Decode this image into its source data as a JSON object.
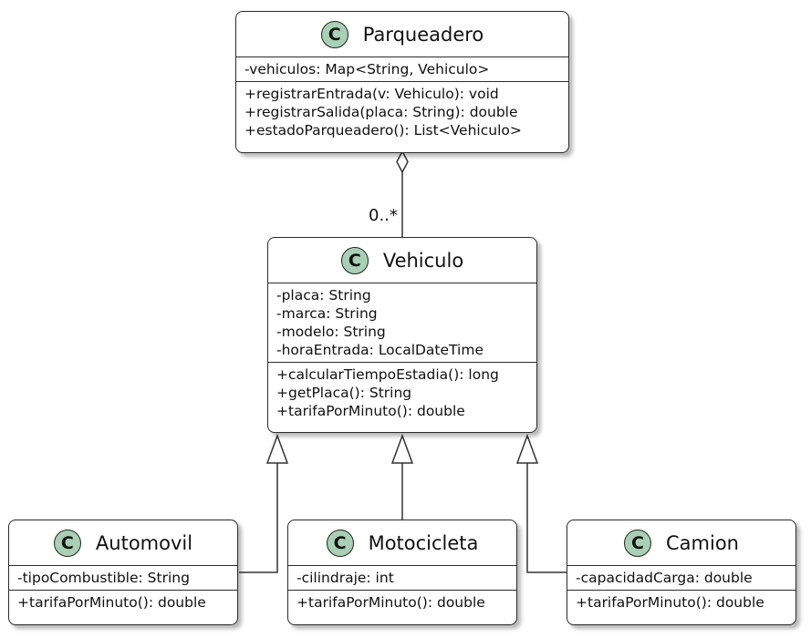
{
  "icon": {
    "class_marker_letter": "C",
    "class_marker_color": "#a9d0b4",
    "icon_name": "class-marker-icon"
  },
  "classes": {
    "parqueadero": {
      "name": "Parqueadero",
      "attributes": [
        "-vehiculos: Map<String, Vehiculo>"
      ],
      "methods": [
        "+registrarEntrada(v: Vehiculo): void",
        "+registrarSalida(placa: String): double",
        "+estadoParqueadero(): List<Vehiculo>"
      ]
    },
    "vehiculo": {
      "name": "Vehiculo",
      "attributes": [
        "-placa: String",
        "-marca: String",
        "-modelo: String",
        "-horaEntrada: LocalDateTime"
      ],
      "methods": [
        "+calcularTiempoEstadia(): long",
        "+getPlaca(): String",
        "+tarifaPorMinuto(): double"
      ]
    },
    "automovil": {
      "name": "Automovil",
      "attributes": [
        "-tipoCombustible: String"
      ],
      "methods": [
        "+tarifaPorMinuto(): double"
      ]
    },
    "motocicleta": {
      "name": "Motocicleta",
      "attributes": [
        "-cilindraje: int"
      ],
      "methods": [
        "+tarifaPorMinuto(): double"
      ]
    },
    "camion": {
      "name": "Camion",
      "attributes": [
        "-capacidadCarga: double"
      ],
      "methods": [
        "+tarifaPorMinuto(): double"
      ]
    }
  },
  "relations": {
    "aggregation": {
      "from": "Parqueadero",
      "to": "Vehiculo",
      "multiplicity": "0..*"
    },
    "inheritance": [
      {
        "child": "Automovil",
        "parent": "Vehiculo"
      },
      {
        "child": "Motocicleta",
        "parent": "Vehiculo"
      },
      {
        "child": "Camion",
        "parent": "Vehiculo"
      }
    ]
  }
}
